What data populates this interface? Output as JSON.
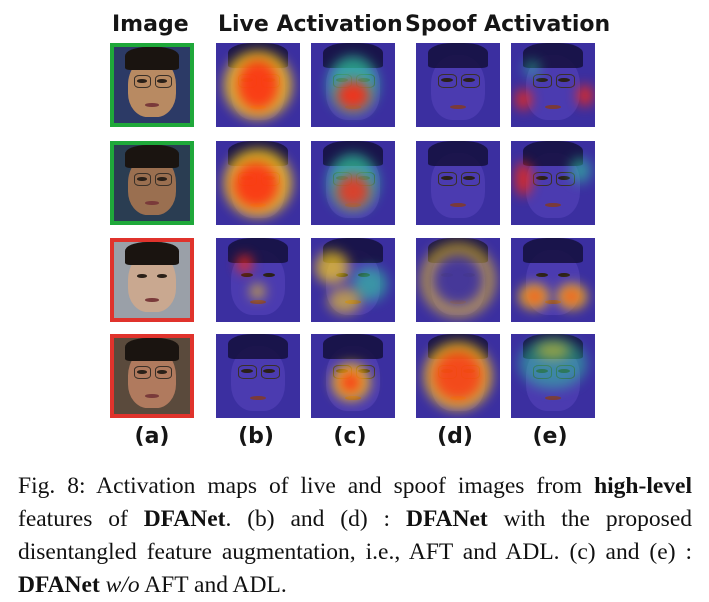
{
  "headers": {
    "image": "Image",
    "live": "Live Activation",
    "spoof": "Spoof Activation"
  },
  "column_labels": [
    "(a)",
    "(b)",
    "(c)",
    "(d)",
    "(e)"
  ],
  "rows": [
    {
      "kind": "live",
      "photo_border": "#1fa83a",
      "skin": "#b88a62",
      "bg": "#2c3a66",
      "glasses": true
    },
    {
      "kind": "live",
      "photo_border": "#1fa83a",
      "skin": "#9a6f50",
      "bg": "#2a3d52",
      "glasses": true
    },
    {
      "kind": "spoof",
      "photo_border": "#e0332c",
      "skin": "#c9a890",
      "bg": "#9aa0a8",
      "glasses": false
    },
    {
      "kind": "spoof",
      "photo_border": "#e0332c",
      "skin": "#b07a5e",
      "bg": "#5a4a3c",
      "glasses": true
    }
  ],
  "caption": {
    "prefix": "Fig. 8: Activation maps of live and spoof images from ",
    "bold1": "high-level",
    "mid1": " features of ",
    "bold2": "DFANet",
    "mid2": ". (b) and (d) : ",
    "bold3": "DFANet",
    "mid3": " with the proposed disentangled feature augmentation, i.e., AFT and ADL. (c) and (e) : ",
    "bold4": "DFANet",
    "ital": " w/o",
    "suffix": " AFT and ADL."
  },
  "colors": {
    "heat_bg": "#3b2fa0",
    "heat_hot": "#ff2a10",
    "heat_warm": "#ffd21a",
    "heat_mid": "#30d0a0"
  }
}
